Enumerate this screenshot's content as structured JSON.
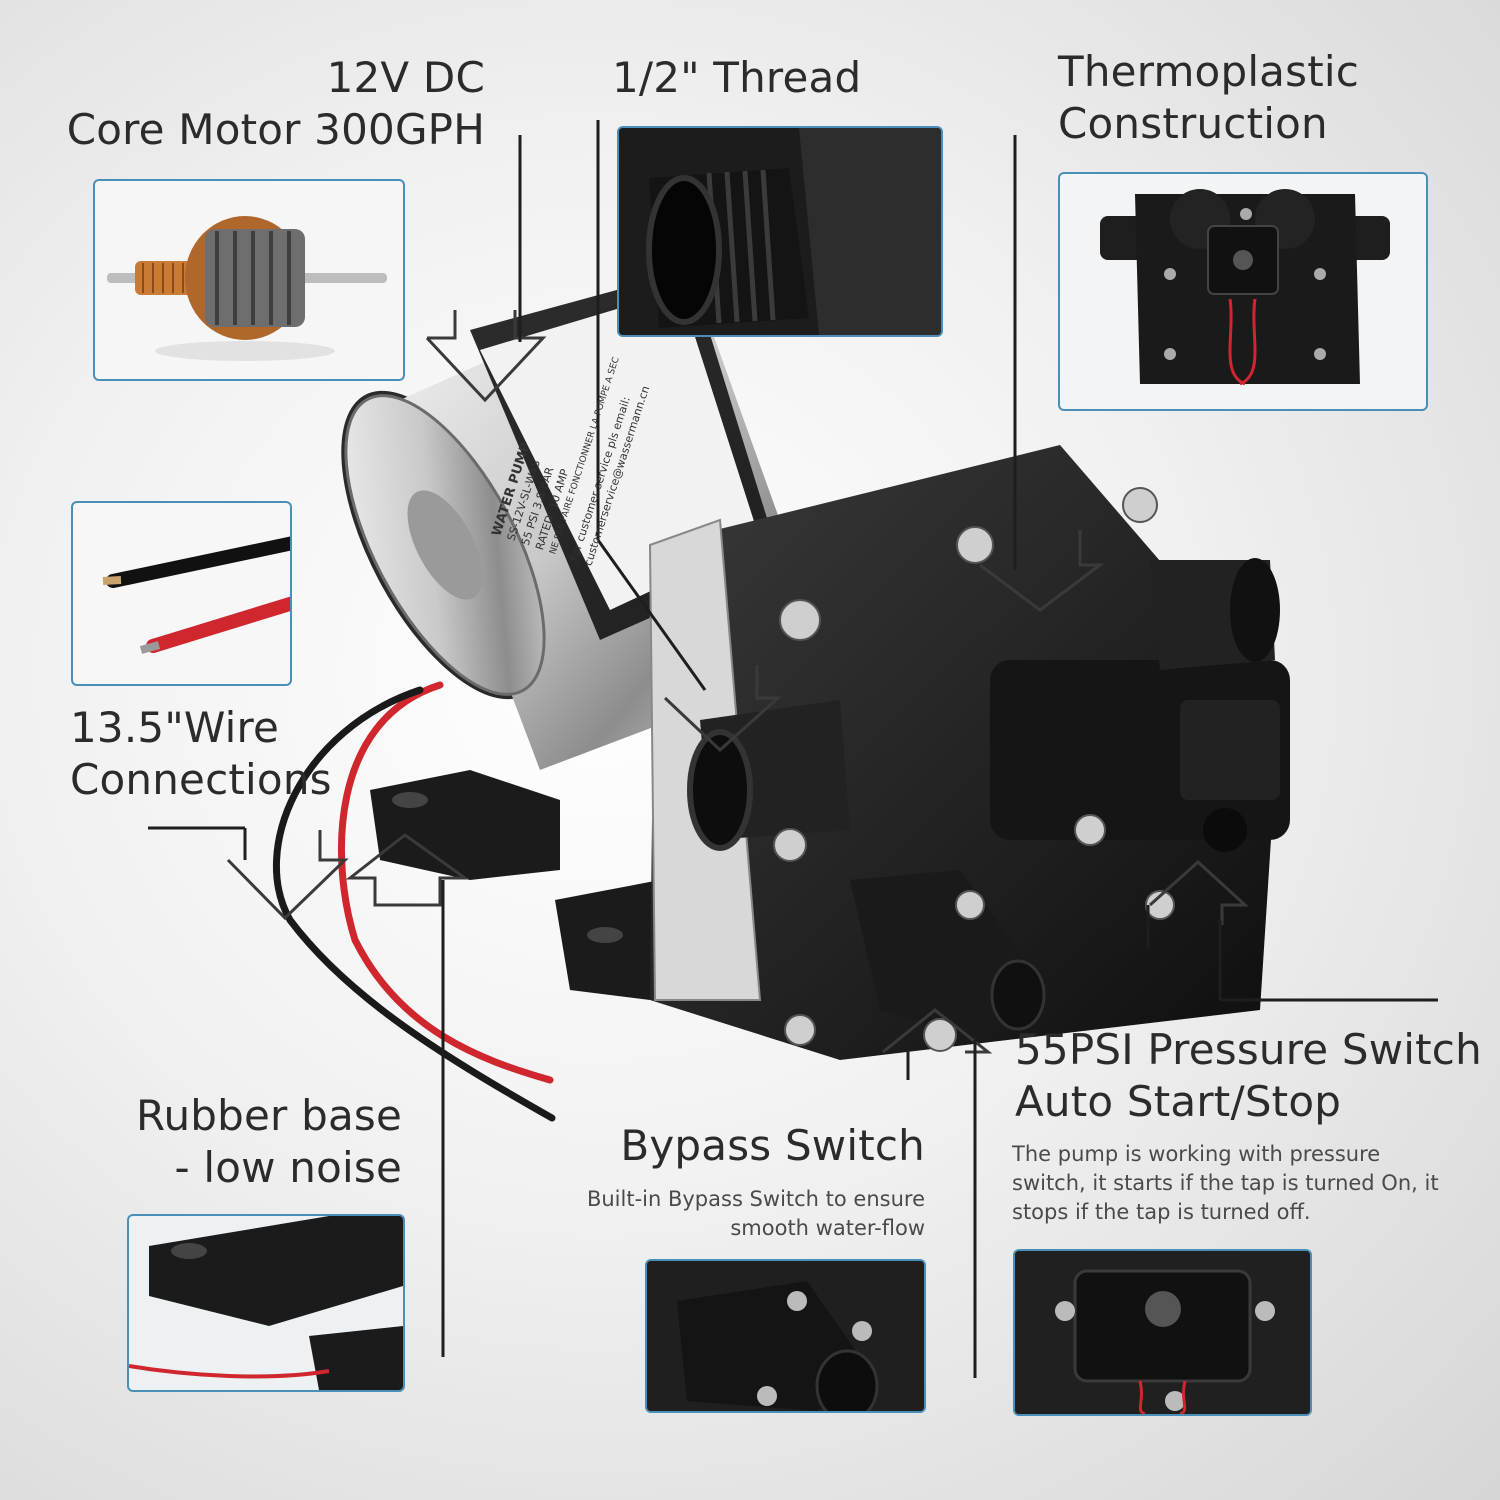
{
  "labels": {
    "motor": [
      "12V DC",
      "Core Motor 300GPH"
    ],
    "thread": "1/2\" Thread",
    "thermo": [
      "Thermoplastic",
      "Construction"
    ],
    "wire": [
      "13.5\"Wire",
      "Connections"
    ],
    "rubber": [
      "Rubber base",
      "- low noise"
    ],
    "bypass": {
      "title": "Bypass Switch",
      "desc": [
        "Built-in Bypass Switch to ensure",
        "smooth water-flow"
      ]
    },
    "pressure": {
      "title": [
        "55PSI Pressure Switch",
        "Auto Start/Stop"
      ],
      "desc": [
        "The pump is working with pressure",
        "switch, it starts if the tap is turned On, it",
        "stops if the tap is turned off."
      ]
    }
  },
  "pump_label": {
    "lines": [
      "WATER PUMP",
      "SS-12V-SL-WAS",
      "55 PSI 3.8 BAR",
      "RATED: 10 AMP",
      "NE PAS FAIRE FONCTIONNER LA POMPE A SEC"
    ],
    "email": [
      "For customer service pls email:",
      "customerservice@wassermann.cn"
    ]
  },
  "colors": {
    "frame": "#4a8fb8",
    "wire_red": "#d0262e",
    "pump_black": "#1a1a1a"
  }
}
